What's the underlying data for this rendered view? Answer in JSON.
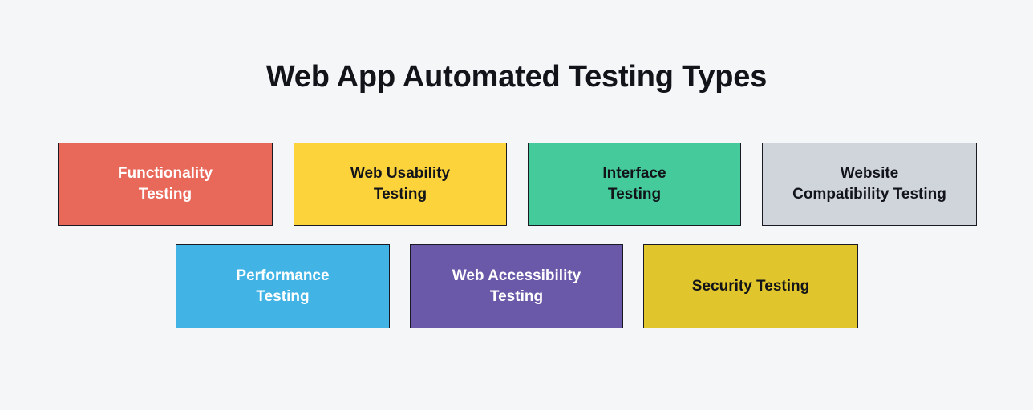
{
  "title": "Web App Automated Testing Types",
  "background_color": "#f5f6f8",
  "title_color": "#12141a",
  "card_border_color": "#1a1a24",
  "rows": [
    {
      "cards": [
        {
          "label": "Functionality Testing",
          "line1": "Functionality",
          "line2": "Testing",
          "bg_color": "#e8685a",
          "text_color": "#ffffff"
        },
        {
          "label": "Web Usability Testing",
          "line1": "Web Usability",
          "line2": "Testing",
          "bg_color": "#fdd33c",
          "text_color": "#12141a"
        },
        {
          "label": "Interface Testing",
          "line1": "Interface",
          "line2": "Testing",
          "bg_color": "#45cb9b",
          "text_color": "#12141a"
        },
        {
          "label": "Website Compatibility Testing",
          "line1": "Website",
          "line2": "Compatibility Testing",
          "bg_color": "#cfd5db",
          "text_color": "#12141a"
        }
      ]
    },
    {
      "cards": [
        {
          "label": "Performance Testing",
          "line1": "Performance",
          "line2": "Testing",
          "bg_color": "#42b3e5",
          "text_color": "#ffffff"
        },
        {
          "label": "Web Accessibility Testing",
          "line1": "Web Accessibility",
          "line2": "Testing",
          "bg_color": "#6a58a8",
          "text_color": "#ffffff"
        },
        {
          "label": "Security Testing",
          "line1": "Security Testing",
          "line2": "",
          "bg_color": "#e0c62c",
          "text_color": "#12141a"
        }
      ]
    }
  ]
}
